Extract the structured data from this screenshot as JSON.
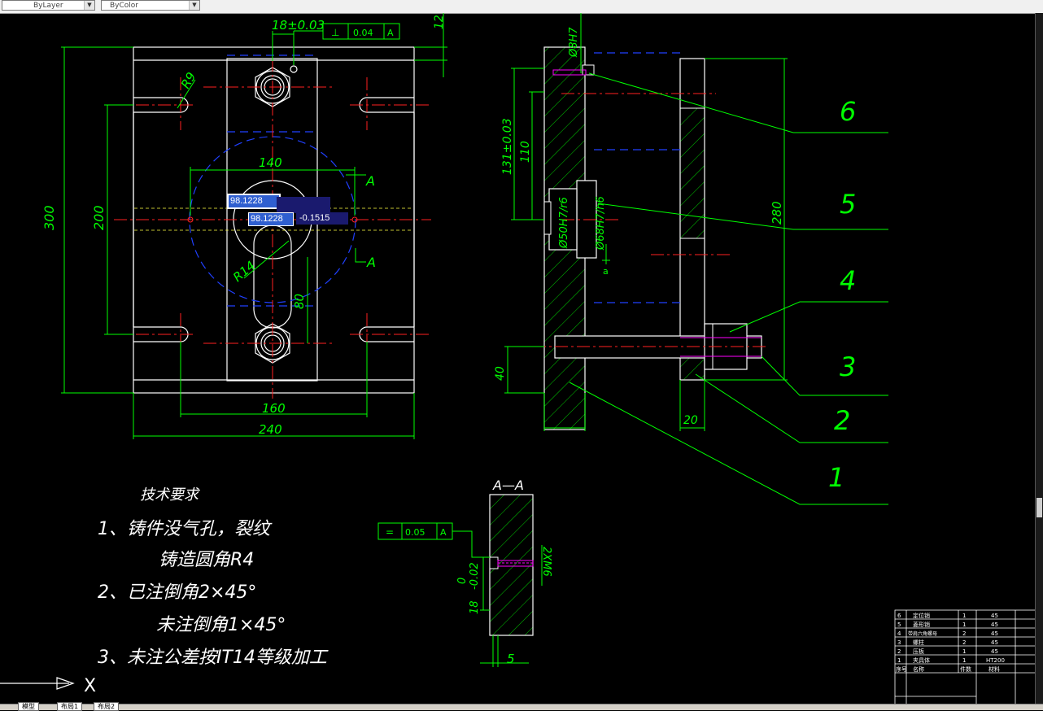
{
  "toolbar": {
    "linetype": "ByLayer",
    "color": "ByColor"
  },
  "colors": {
    "background": "#000000",
    "outline": "#ffffff",
    "dimension": "#00ff00",
    "center": "#ff2020",
    "hidden": "#2040ff",
    "hatch": "#00ff00",
    "callout": "#00ff00",
    "highlight": "#1a1a6e"
  },
  "front_view": {
    "dim_total_height": "300",
    "dim_slot_height": "200",
    "dim_top_tol": "18±0.03",
    "dim_top_small": "12",
    "dim_r9": "R9",
    "dim_140": "140",
    "dim_r14": "R14",
    "dim_80": "80",
    "dim_160": "160",
    "dim_240": "240",
    "section_a_top": "A",
    "section_a_bottom": "A",
    "gdt_symbol": "⊥",
    "gdt_value": "0.04",
    "gdt_datum": "A"
  },
  "dim_edit": {
    "value1": "98.1228",
    "value2": "98.1228",
    "value3": "-0.1515"
  },
  "side_view": {
    "dim_131": "131±0.03",
    "dim_110": "110",
    "dim_40": "40",
    "dim_280": "280",
    "dim_20": "20",
    "fit_50": "Ø50H7/r6",
    "fit_68": "Ø68H7/h6",
    "fit_top": "Ø8H7",
    "callout_marker": "a"
  },
  "callouts": [
    "6",
    "5",
    "4",
    "3",
    "2",
    "1"
  ],
  "section_view": {
    "title": "A—A",
    "dim_bottom": "5",
    "dim_tol_upper": "0",
    "dim_tol_lower": "-0.02",
    "dim_base": "18",
    "thread": "2XM6",
    "gdt_symbol": "=",
    "gdt_value": "0.05",
    "gdt_datum": "A"
  },
  "technical_requirements": {
    "heading": "技术要求",
    "lines": [
      "1、铸件没气孔，裂纹",
      "铸造圆角R4",
      "2、已注倒角2×45°",
      "未注倒角1×45°",
      "3、未注公差按IT14等级加工"
    ]
  },
  "bom": {
    "rows": [
      {
        "no": "6",
        "name": "定位销",
        "qty": "1",
        "material": "45"
      },
      {
        "no": "5",
        "name": "菱形销",
        "qty": "1",
        "material": "45"
      },
      {
        "no": "4",
        "name": "带肩六角螺母",
        "qty": "2",
        "material": "45"
      },
      {
        "no": "3",
        "name": "螺柱",
        "qty": "2",
        "material": "45"
      },
      {
        "no": "2",
        "name": "压板",
        "qty": "1",
        "material": "45"
      },
      {
        "no": "1",
        "name": "夹具体",
        "qty": "1",
        "material": "HT200"
      }
    ],
    "header": {
      "no": "序号",
      "name": "名称",
      "qty": "件数",
      "material": "材料"
    }
  },
  "ucs_label": "X",
  "tabs": [
    "模型",
    "布局1",
    "布局2"
  ]
}
